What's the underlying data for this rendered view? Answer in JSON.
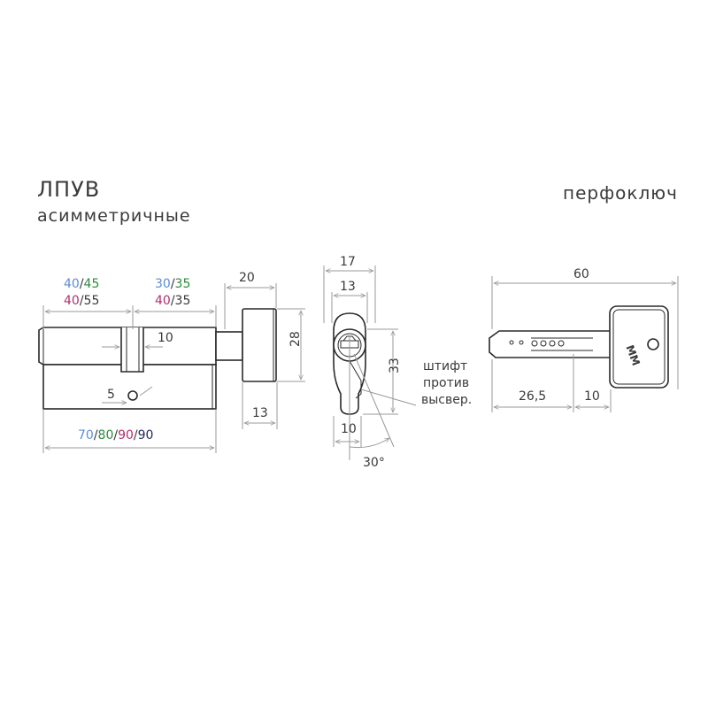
{
  "header": {
    "title": "ЛПУВ",
    "subtitle": "асимметричные",
    "key_title": "перфоключ"
  },
  "colors": {
    "blue": "#5b8ed6",
    "green": "#2e8b3e",
    "magenta": "#b0306f",
    "navy": "#1f2a5a",
    "dark": "#3a3a3a"
  },
  "cylinder": {
    "left_sizes": {
      "row1_a": "40",
      "row1_b": "45",
      "row2_a": "40",
      "row2_b": "55"
    },
    "right_sizes": {
      "row1_a": "30",
      "row1_b": "35",
      "row2_a": "40",
      "row2_b": "35"
    },
    "separator": "/",
    "total_lengths": [
      "70",
      "80",
      "90",
      "90"
    ],
    "cam_width": "10",
    "pin_offset": "5",
    "knob_length": "20",
    "knob_diameter": "28",
    "knob_shaft": "13"
  },
  "profile": {
    "width_outer": "17",
    "width_inner": "13",
    "height": "33",
    "base_width": "10",
    "angle": "30°",
    "pin_note": [
      "штифт",
      "против",
      "высвер."
    ]
  },
  "key": {
    "length": "60",
    "blade": "26,5",
    "shoulder": "10",
    "brand": "MM"
  }
}
